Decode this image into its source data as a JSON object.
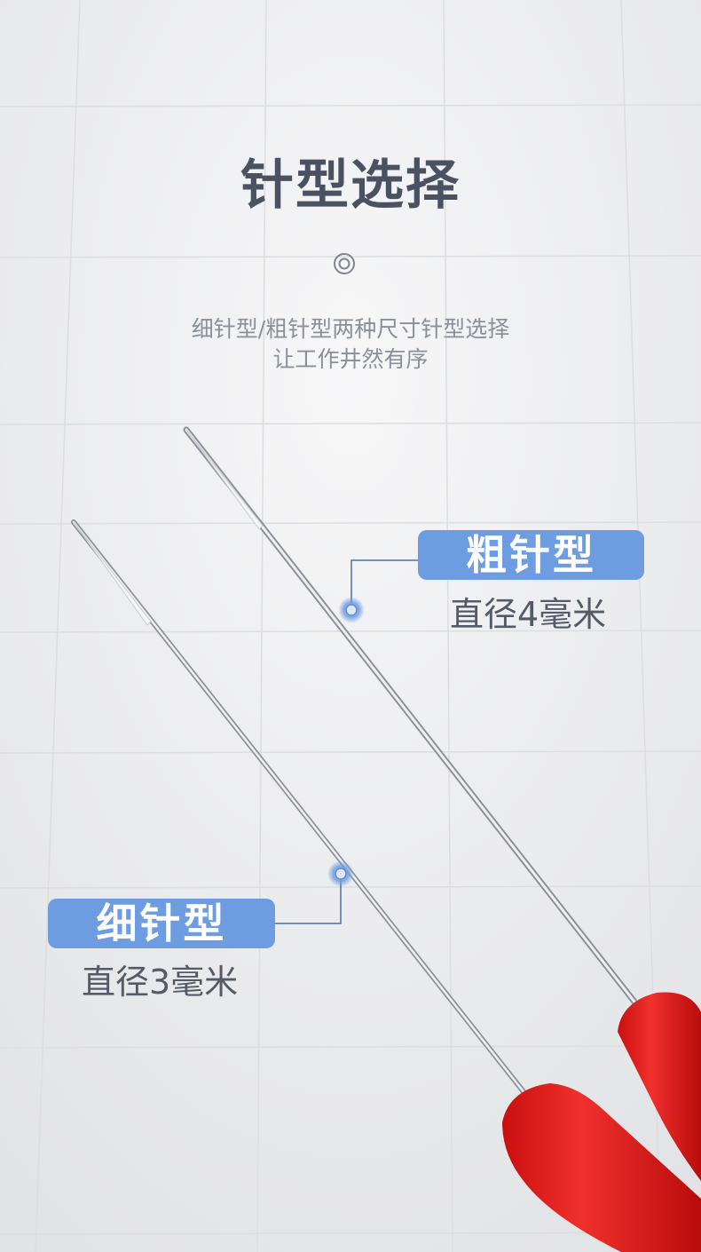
{
  "title": "针型选择",
  "subtitle": {
    "line1": "细针型/粗针型两种尺寸针型选择",
    "line2": "让工作井然有序"
  },
  "icons": {
    "center": "target-circle-icon"
  },
  "needles": {
    "thick": {
      "label": "粗针型",
      "diameter": "直径4毫米"
    },
    "thin": {
      "label": "细针型",
      "diameter": "直径3毫米"
    }
  },
  "colors": {
    "label_pill": "#6d9ce0",
    "handle": "#e8201f",
    "title": "#4a5262",
    "background": "#ececee"
  }
}
